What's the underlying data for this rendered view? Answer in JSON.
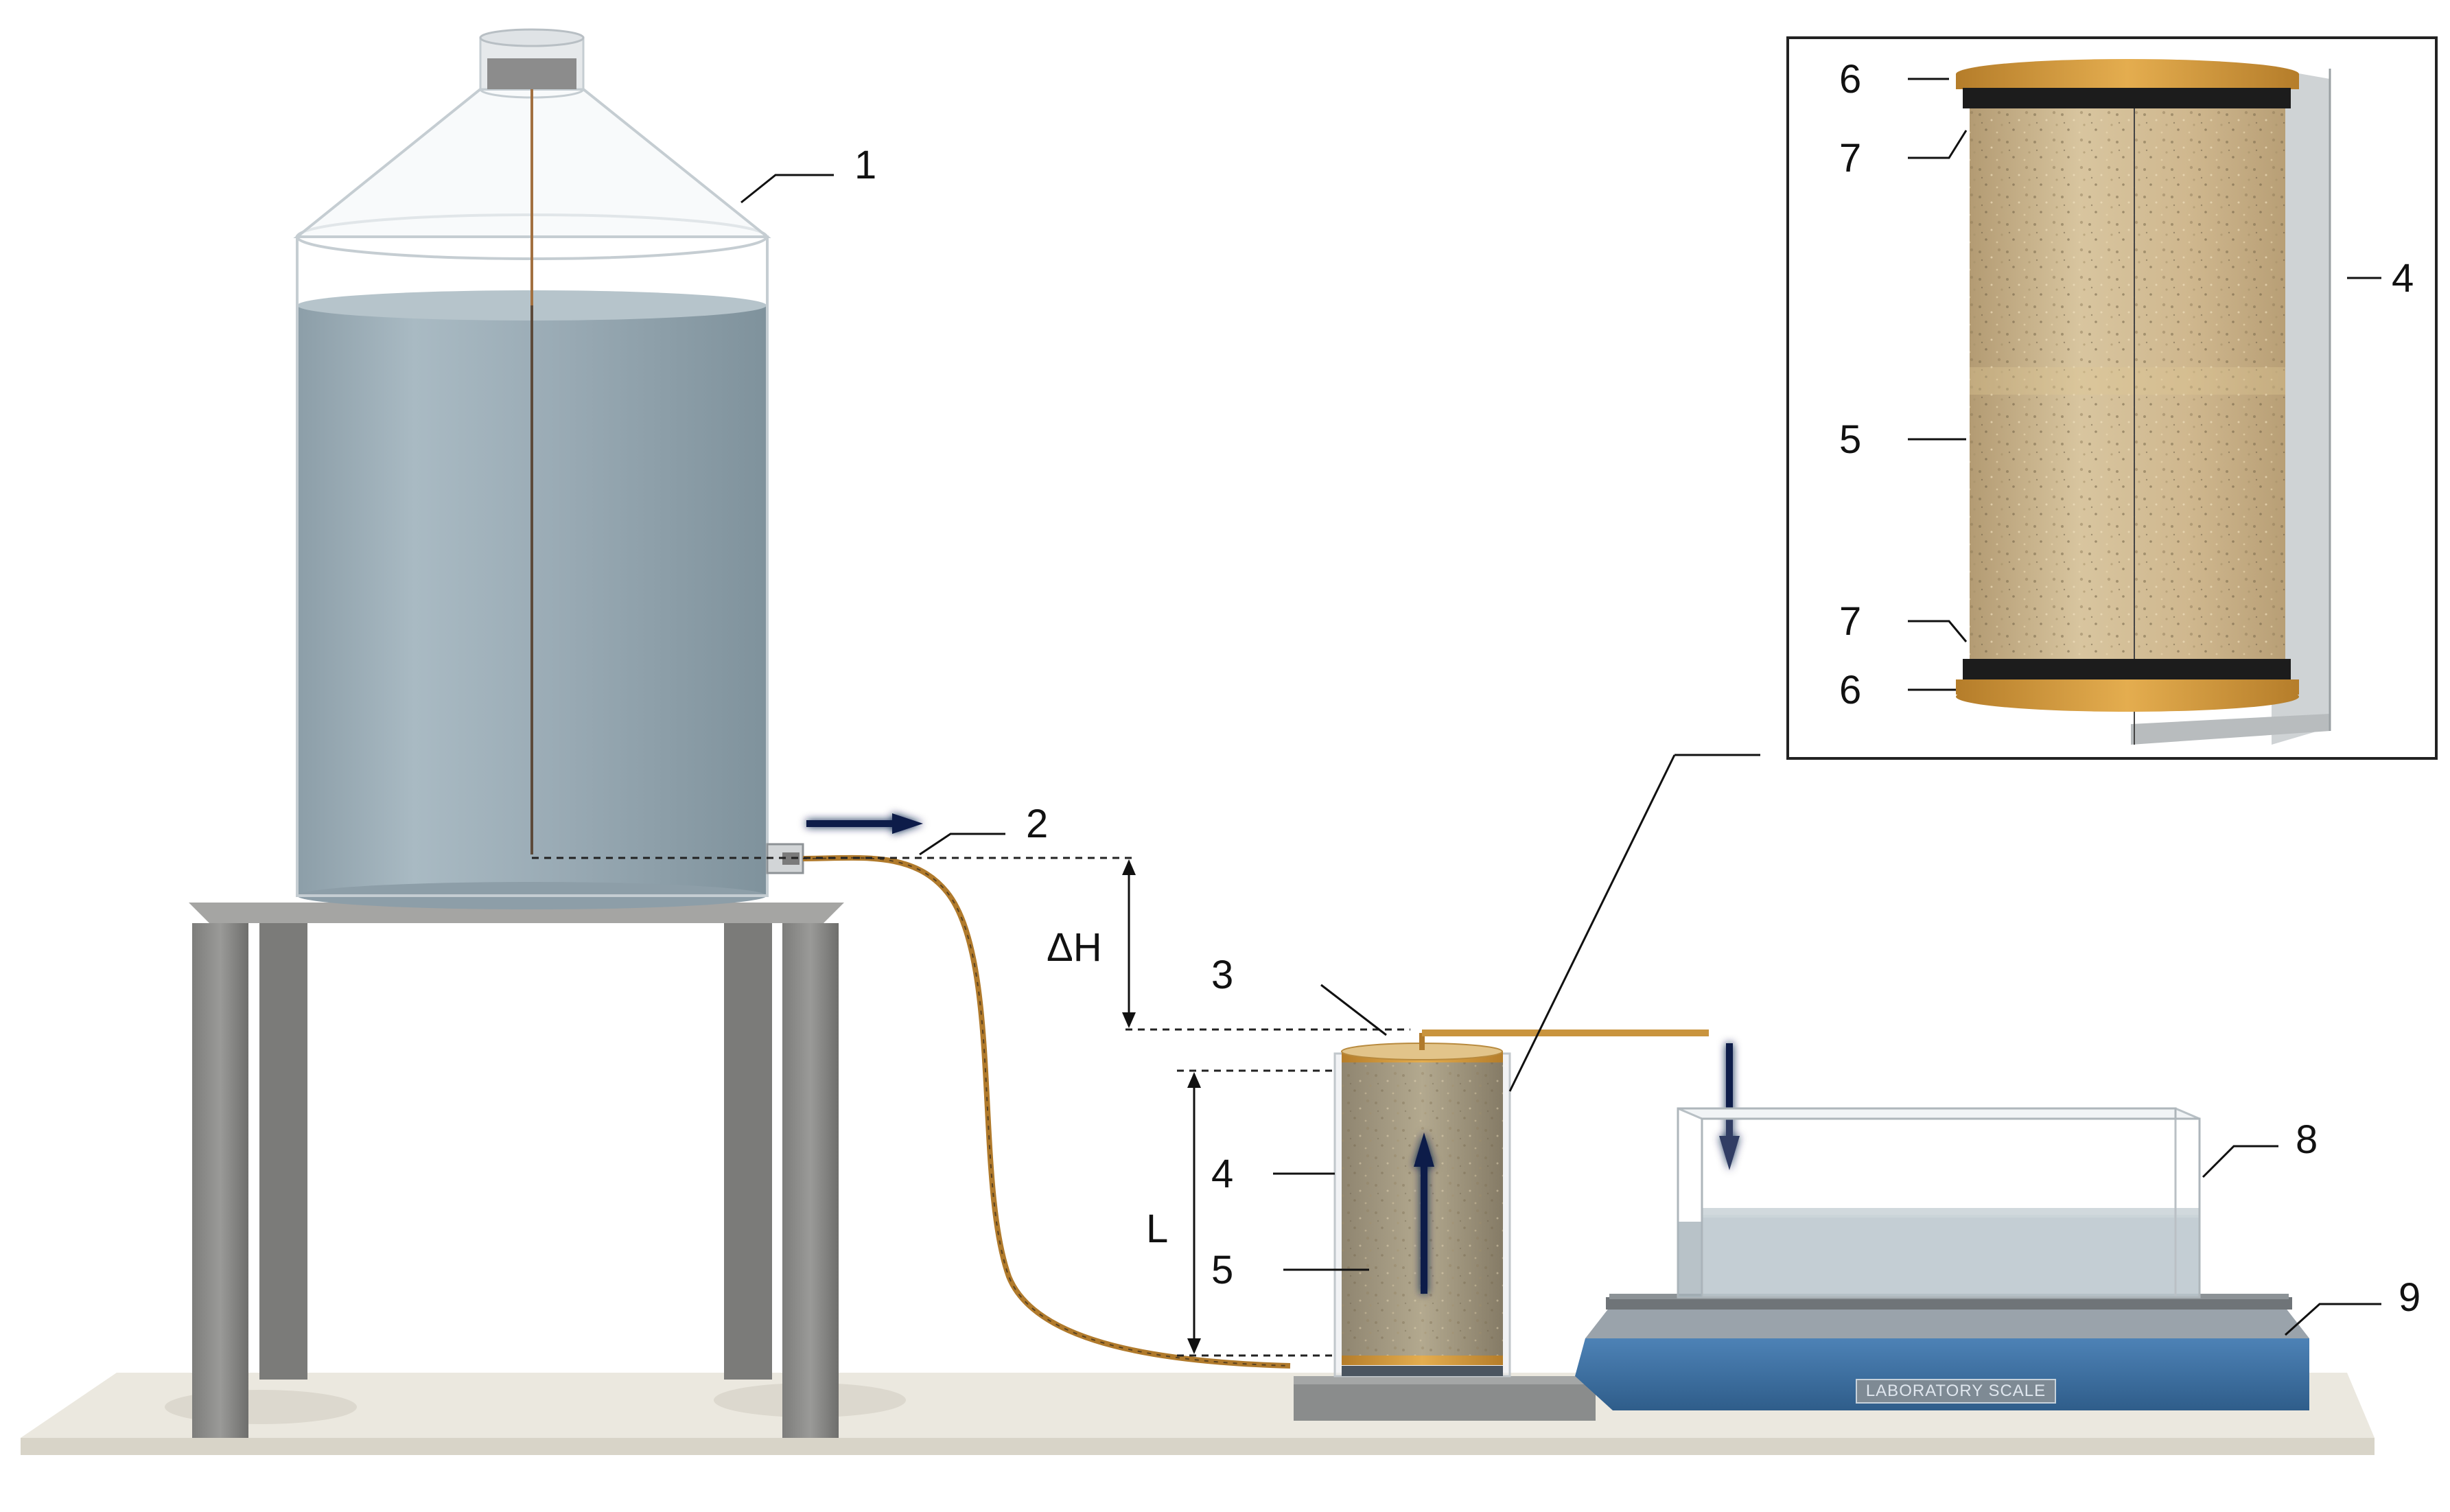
{
  "labels": {
    "tank": "1",
    "outlet": "2",
    "inlet_tube": "3",
    "column_wall": "4",
    "soil_sample": "5",
    "cap": "6",
    "gasket": "7",
    "container": "8",
    "scale": "9"
  },
  "dimensions": {
    "head": "ΔH",
    "length": "L"
  },
  "scale_plate_text": "LABORATORY SCALE",
  "colors": {
    "water": "#9fb0ba",
    "soil": "#c9b48e",
    "cap": "#d79b3e",
    "gasket": "#1c1c1c",
    "scale_body": "#3c6fa2",
    "stand": "#8a8a88",
    "flow_arrow": "#0f1c4a",
    "tube": "#b07a2c"
  }
}
